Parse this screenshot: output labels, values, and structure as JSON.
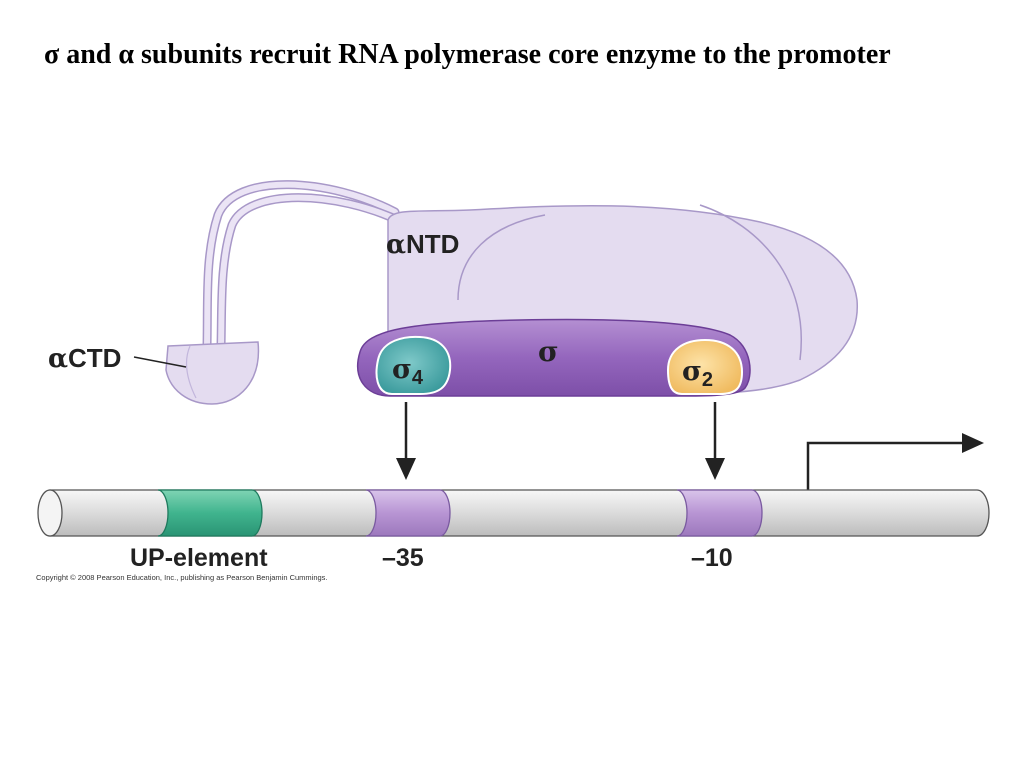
{
  "title": {
    "sigma_symbol": "σ",
    "part1": " and ",
    "alpha_symbol": "α",
    "part2": " subunits recruit RNA polymerase core enzyme to the promoter"
  },
  "diagram": {
    "labels": {
      "alpha_ntd_symbol": "α",
      "alpha_ntd_text": "NTD",
      "alpha_ctd_symbol": "α",
      "alpha_ctd_text": "CTD",
      "sigma_symbol": "σ",
      "sigma4_symbol": "σ",
      "sigma4_sub": "4",
      "sigma2_symbol": "σ",
      "sigma2_sub": "2",
      "up_element": "UP-element",
      "minus35": "–35",
      "minus10": "–10"
    },
    "copyright": "Copyright © 2008 Pearson Education, Inc., publishing as Pearson Benjamin Cummings.",
    "colors": {
      "core_enzyme": "#e4dcf0",
      "core_outline": "#a898c8",
      "sigma": "#8a5cb0",
      "sigma4": "#4aa8a8",
      "sigma2": "#f5cc7a",
      "up_element": "#3aae8a",
      "promoter_box": "#b89ad0",
      "dna": "#e2e2e2"
    }
  }
}
